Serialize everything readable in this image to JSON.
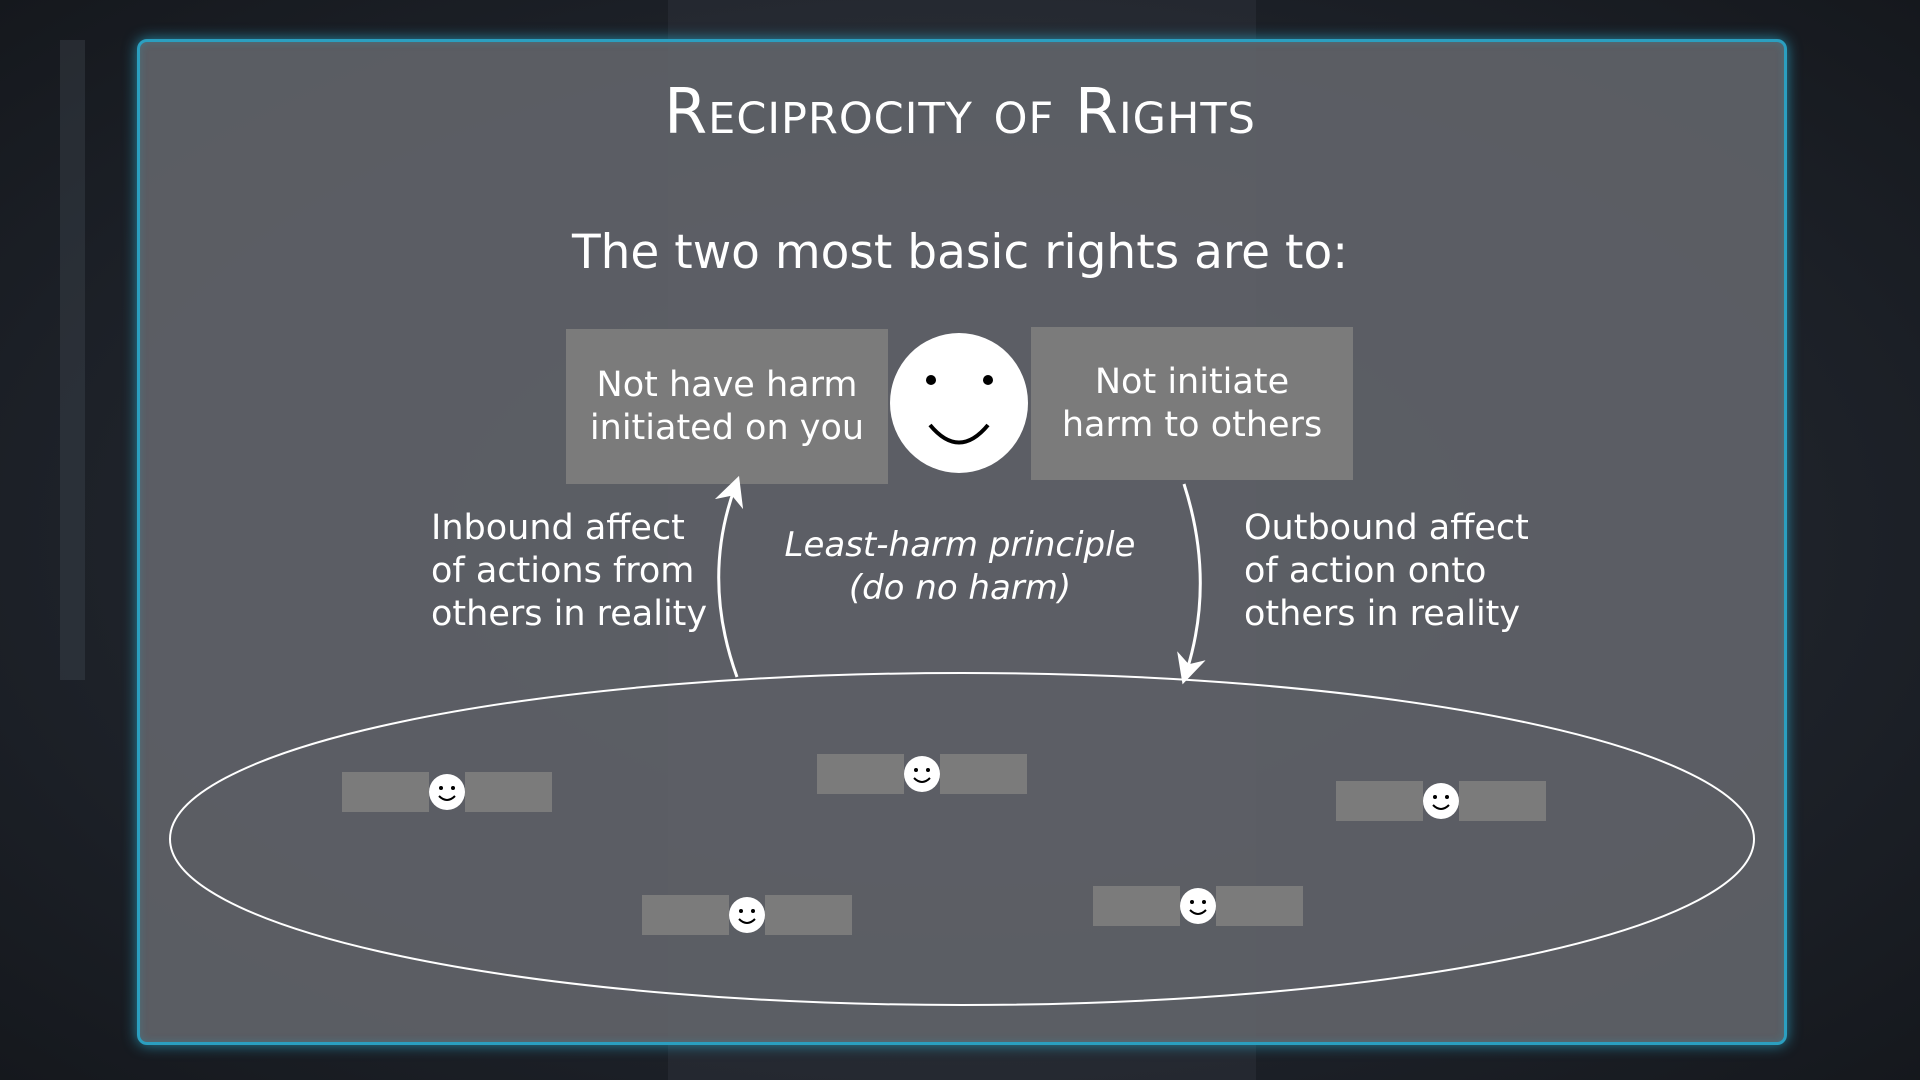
{
  "title": "Reciprocity of Rights",
  "subtitle": "The two most basic rights are to:",
  "left_box": {
    "line1": "Not have harm",
    "line2": "initiated on you"
  },
  "right_box": {
    "line1": "Not initiate",
    "line2": "harm to others"
  },
  "inbound_label": {
    "line1": "Inbound affect",
    "line2": "of actions from",
    "line3": "others in reality"
  },
  "outbound_label": {
    "line1": "Outbound affect",
    "line2": "of action onto",
    "line3": "others in reality"
  },
  "center_label": {
    "line1": "Least-harm principle",
    "line2": "(do no harm)"
  },
  "colors": {
    "panel_border": "#2b9fc0",
    "box": "#7b7b7b",
    "panel": "#606268"
  }
}
